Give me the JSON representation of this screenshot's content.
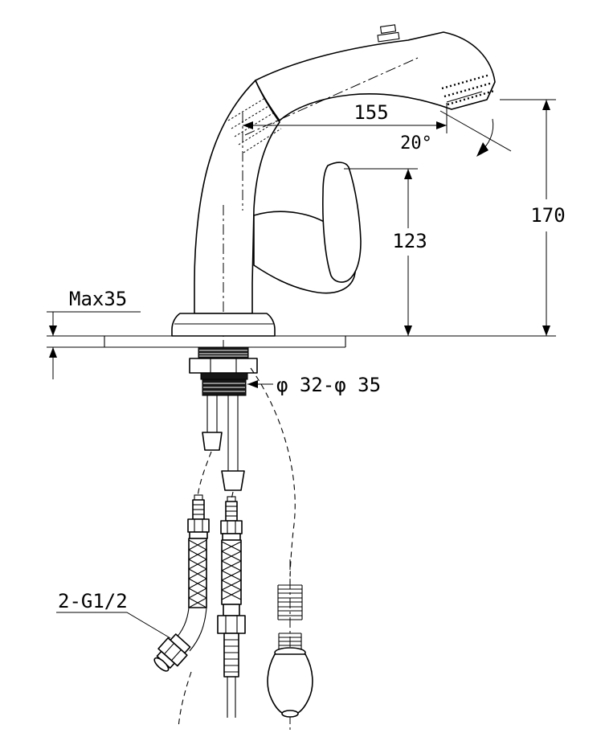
{
  "page": {
    "title": "Pull-out faucet installation dimension drawing",
    "colors": {
      "line": "#000000",
      "background": "#ffffff"
    }
  },
  "labels": {
    "spout_reach": "155",
    "swivel_angle": "20°",
    "overall_height": "170",
    "outlet_height": "123",
    "max_deck_thickness": "Max35",
    "mounting_hole_diameter": "φ 32-φ 35",
    "inlet_thread": "2-G1/2"
  }
}
